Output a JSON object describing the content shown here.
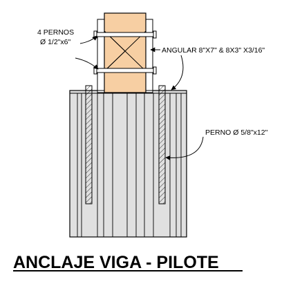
{
  "labels": {
    "bolts_line1": "4 PERNOS",
    "bolts_line2": "Ø 1/2\"x6\"",
    "angle": "ANGULAR 8\"X7\" & 8X3\" X3/16\"",
    "pin": "PERNO Ø 5/8\"x12\""
  },
  "title": "ANCLAJE VIGA - PILOTE",
  "colors": {
    "wood_beam": "#f7cfa3",
    "pile": "#e0e0e0",
    "line": "#000000",
    "background": "#ffffff"
  }
}
